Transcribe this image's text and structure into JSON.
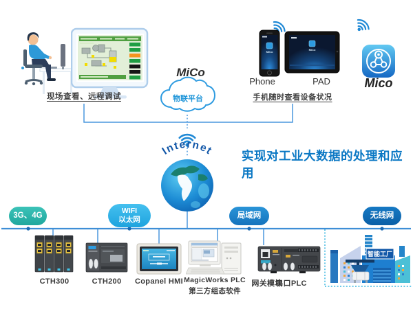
{
  "top": {
    "workstation_caption": "现场查看、远程调试",
    "platform_name": "MiCo",
    "cloud_label": "物联平台",
    "mobile_caption": "手机随时查看设备状况",
    "phone_label": "Phone",
    "pad_label": "PAD",
    "app_name": "Mico",
    "screen_app_label": "MiCo"
  },
  "center": {
    "internet_label": "Internet",
    "headline": "实现对工业大数据的处理和应用"
  },
  "network": {
    "cellular": "3G、4G",
    "wifi_line1": "WIFI",
    "wifi_line2": "以太网",
    "lan": "局域网",
    "wireless": "无线网"
  },
  "devices": {
    "plc1": "CTH300",
    "plc2": "CTH200",
    "hmi": "Copanel HMI",
    "software_line1": "MagicWorks PLC",
    "software_line2": "第三方组态软件",
    "gateway": "网关模块",
    "serial_plc": "串口PLC",
    "factory_sign": "智能工厂"
  },
  "colors": {
    "connector_line": "#4a97dd",
    "bus_line": "#3e8ed6",
    "dot": "#1a6ab3",
    "headline": "#0b78c4",
    "pill_cellular": "#2ab5ab",
    "pill_wifi": "#32b1e6",
    "pill_lan": "#1e86cc",
    "pill_wireless": "#0d6cb7",
    "wifi_icon": "#1e88d5",
    "cloud_stroke": "#2e9be0"
  }
}
